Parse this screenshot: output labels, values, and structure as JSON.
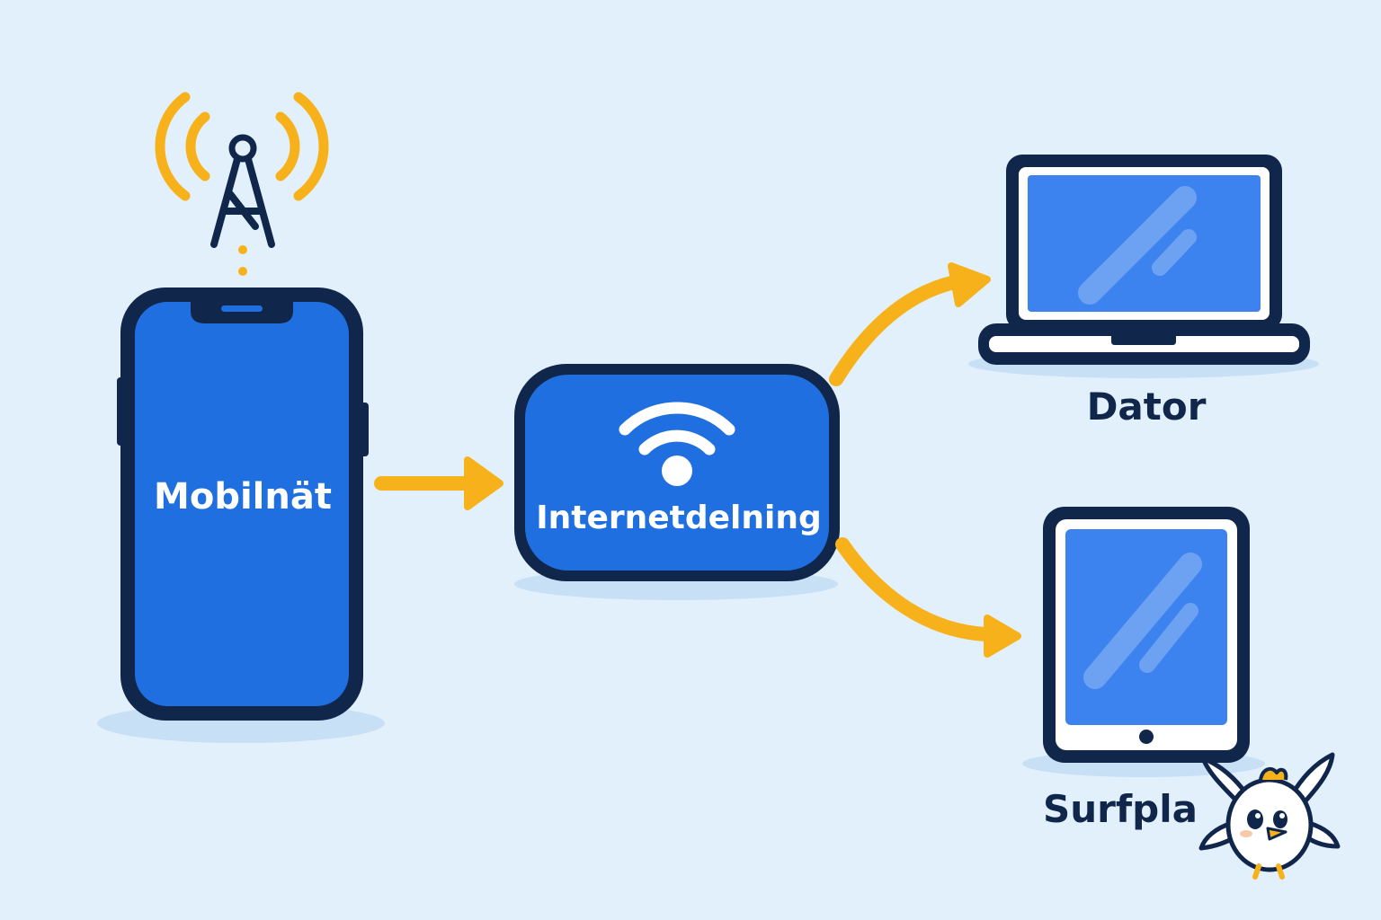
{
  "colors": {
    "background": "#e1f0fb",
    "device_blue": "#1f6fe0",
    "screen_blue": "#3c83ef",
    "outline": "#10264a",
    "arrow": "#f7b21b",
    "label_dark": "#10264a",
    "label_light": "#ffffff"
  },
  "nodes": {
    "phone": {
      "label": "Mobilnät",
      "icon": "smartphone-icon"
    },
    "hub": {
      "label": "Internetdelning",
      "icon": "wifi-icon"
    },
    "laptop": {
      "label": "Dator",
      "icon": "laptop-icon"
    },
    "tablet": {
      "label": "Surfpla",
      "icon": "tablet-icon"
    }
  },
  "decorations": {
    "tower": "cell-tower-icon",
    "mascot": "bird-mascot-icon"
  },
  "edges": [
    {
      "from": "phone",
      "to": "hub"
    },
    {
      "from": "hub",
      "to": "laptop"
    },
    {
      "from": "hub",
      "to": "tablet"
    }
  ]
}
